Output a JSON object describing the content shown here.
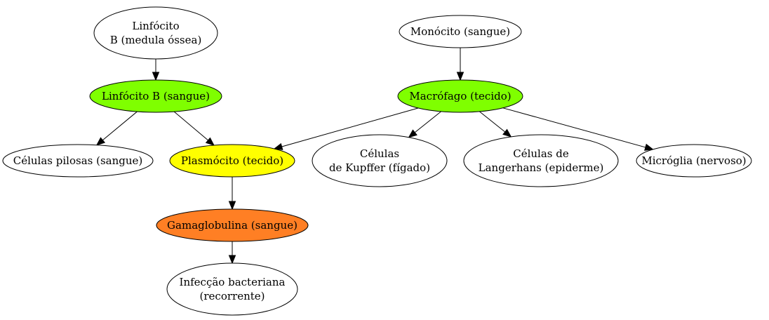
{
  "diagram": {
    "nodes": [
      {
        "id": "linfocito-b-medula",
        "lines": [
          "Linfócito",
          "B (medula óssea)"
        ],
        "fill": "#ffffff"
      },
      {
        "id": "monocito-sangue",
        "lines": [
          "Monócito (sangue)"
        ],
        "fill": "#ffffff"
      },
      {
        "id": "linfocito-b-sangue",
        "lines": [
          "Linfócito B (sangue)"
        ],
        "fill": "#7fff00"
      },
      {
        "id": "macrofago-tecido",
        "lines": [
          "Macrófago (tecido)"
        ],
        "fill": "#7fff00"
      },
      {
        "id": "celulas-pilosas",
        "lines": [
          "Células pilosas (sangue)"
        ],
        "fill": "#ffffff"
      },
      {
        "id": "plasmocito-tecido",
        "lines": [
          "Plasmócito (tecido)"
        ],
        "fill": "#ffff00"
      },
      {
        "id": "celulas-kupffer",
        "lines": [
          "Células",
          "de Kupffer (fígado)"
        ],
        "fill": "#ffffff"
      },
      {
        "id": "celulas-langerhans",
        "lines": [
          "Células de",
          "Langerhans (epiderme)"
        ],
        "fill": "#ffffff"
      },
      {
        "id": "microglia-nervoso",
        "lines": [
          "Micróglia (nervoso)"
        ],
        "fill": "#ffffff"
      },
      {
        "id": "gamaglobulina-sangue",
        "lines": [
          "Gamaglobulina (sangue)"
        ],
        "fill": "#ff7f24"
      },
      {
        "id": "infeccao-bacteriana",
        "lines": [
          "Infecção bacteriana",
          "(recorrente)"
        ],
        "fill": "#ffffff"
      }
    ],
    "edges": [
      {
        "from": "linfocito-b-medula",
        "to": "linfocito-b-sangue"
      },
      {
        "from": "linfocito-b-sangue",
        "to": "celulas-pilosas"
      },
      {
        "from": "linfocito-b-sangue",
        "to": "plasmocito-tecido"
      },
      {
        "from": "monocito-sangue",
        "to": "macrofago-tecido"
      },
      {
        "from": "macrofago-tecido",
        "to": "plasmocito-tecido"
      },
      {
        "from": "macrofago-tecido",
        "to": "celulas-kupffer"
      },
      {
        "from": "macrofago-tecido",
        "to": "celulas-langerhans"
      },
      {
        "from": "macrofago-tecido",
        "to": "microglia-nervoso"
      },
      {
        "from": "plasmocito-tecido",
        "to": "gamaglobulina-sangue"
      },
      {
        "from": "gamaglobulina-sangue",
        "to": "infeccao-bacteriana"
      }
    ]
  }
}
